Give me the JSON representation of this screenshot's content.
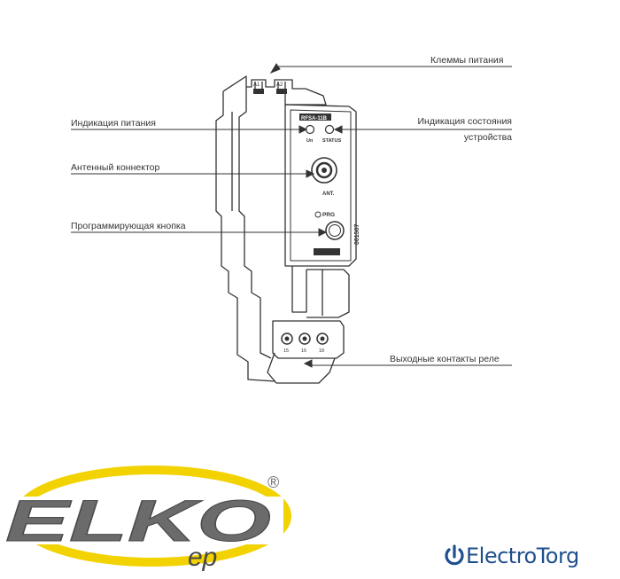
{
  "callouts": {
    "power_terminals": "Клеммы питания",
    "power_indication": "Индикация питания",
    "device_status_line1": "Индикация состояния",
    "device_status_line2": "устройства",
    "antenna_connector": "Антенный коннектор",
    "program_button": "Программирующая кнопка",
    "relay_outputs": "Выходные контакты реле"
  },
  "device_marks": {
    "model": "RFSA-11B",
    "led_un": "Un",
    "led_status": "STATUS",
    "terminal_a1": "A1",
    "terminal_a2": "A2",
    "ant": "ANT.",
    "prg": "PRG",
    "serial": "001507",
    "out_15": "15",
    "out_16": "16",
    "out_18": "18"
  },
  "logos": {
    "elko_main": "ELKO",
    "elko_sub": "ep",
    "registered": "®",
    "electrotorg": "ElectroTorg"
  },
  "colors": {
    "line": "#333333",
    "elko_yellow": "#f2d200",
    "elko_gray": "#6b6b6b",
    "electrotorg_blue": "#1e4f8e"
  }
}
